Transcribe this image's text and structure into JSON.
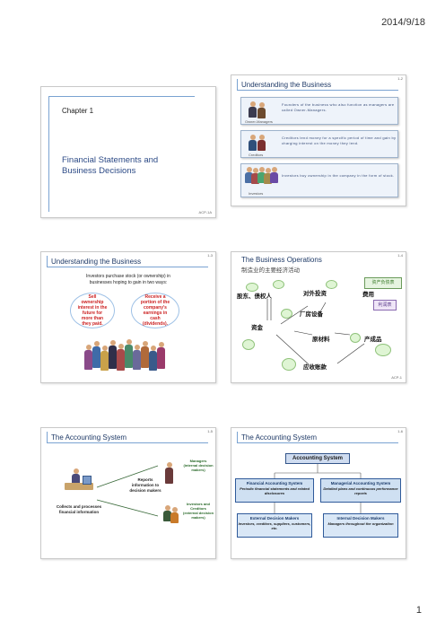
{
  "header": {
    "date": "2014/9/18"
  },
  "footer": {
    "page_number": "1"
  },
  "slides": [
    {
      "id": "chapter",
      "chapter_label": "Chapter 1",
      "title_line1": "Financial Statements and",
      "title_line2": "Business Decisions",
      "code": "ACP-1A"
    },
    {
      "id": "understanding-1",
      "number": "1-2",
      "title": "Understanding the Business",
      "owners_text": "Founders of the business who also function as managers are called Owner-Managers.",
      "owners_caption": "Owner-Managers",
      "creditors_text": "Creditors lend money for a specific period of time and gain by charging interest on the money they lend.",
      "creditors_caption": "Creditors",
      "investors_text": "Investors buy ownership in the company in the form of stock.",
      "investors_caption": "Investors"
    },
    {
      "id": "understanding-2",
      "number": "1-3",
      "title": "Understanding the Business",
      "intro_line1": "Investors purchase stock (or ownership) in",
      "intro_line2": "businesses hoping to gain in two ways:",
      "left_oval": "Sell ownership interest in the future for more than they paid.",
      "right_oval_prefix": "Receive a portion of the company's earnings in cash",
      "right_oval_highlight": "(dividends)."
    },
    {
      "id": "operations",
      "number": "1-4",
      "title": "The Business Operations",
      "subtitle": "制造业的主要经济活动",
      "shareholders": "股东、债权人",
      "external_invest": "对外投资",
      "expenses": "费用",
      "plant": "厂房设备",
      "capital": "资金",
      "materials": "原材料",
      "products": "产成品",
      "receivables": "应收账款",
      "accounting_box": "资产负债表",
      "profit_box": "利润表",
      "code": "ACP-1"
    },
    {
      "id": "accounting-1",
      "number": "1-5",
      "title": "The Accounting System",
      "collects_line1": "Collects and processes",
      "collects_line2": "financial information",
      "reports": "Reports information to decision makers",
      "managers": "Managers (internal decision makers)",
      "investors": "Investors and Creditors (external decision makers)"
    },
    {
      "id": "accounting-2",
      "number": "1-6",
      "title": "The Accounting System",
      "root": "Accounting System",
      "fin_title": "Financial Accounting System",
      "fin_desc": "Periodic financial statements and related disclosures",
      "man_title": "Managerial Accounting System",
      "man_desc": "Detailed plans and continuous performance reports",
      "ext_title": "External Decision Makers",
      "ext_desc": "Investors, creditors, suppliers, customers, etc.",
      "int_title": "Internal Decision Makers",
      "int_desc": "Managers throughout the organization"
    }
  ]
}
